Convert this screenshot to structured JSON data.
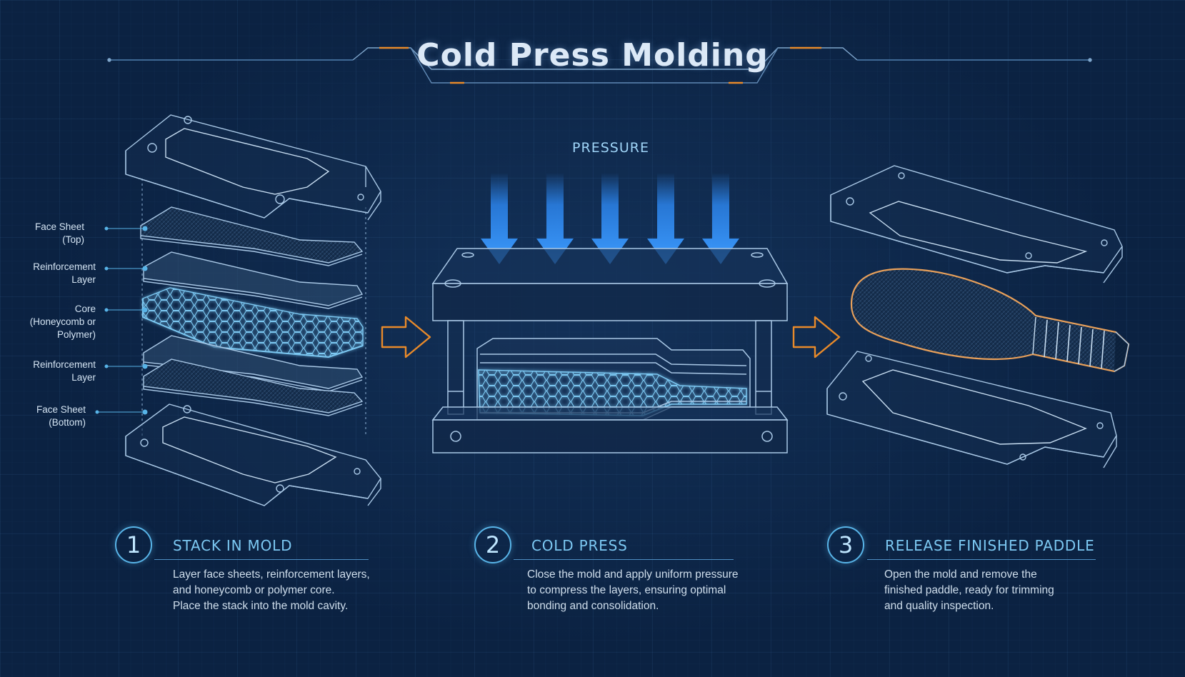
{
  "title": "Cold Press Molding",
  "pressure_label": "PRESSURE",
  "layers": [
    "Face Sheet\n(Top)",
    "Reinforcement\nLayer",
    "Core\n(Honeycomb or\nPolymer)",
    "Reinforcement\nLayer",
    "Face Sheet\n(Bottom)"
  ],
  "steps": [
    {
      "number": "1",
      "title": "STACK IN MOLD",
      "description": "Layer face sheets, reinforcement layers,\nand honeycomb or polymer core.\nPlace the stack into the mold cavity."
    },
    {
      "number": "2",
      "title": "COLD PRESS",
      "description": "Close the mold and apply uniform pressure\nto compress the layers, ensuring optimal\nbonding and consolidation."
    },
    {
      "number": "3",
      "title": "RELEASE FINISHED PADDLE",
      "description": "Open the mold and remove the\nfinished paddle, ready for trimming\nand quality inspection."
    }
  ],
  "colors": {
    "background": "#0b2242",
    "line": "#9cc4e8",
    "accent_orange": "#e88a2a",
    "pressure_blue": "#2f8fff",
    "step_title": "#7cc8f2"
  }
}
